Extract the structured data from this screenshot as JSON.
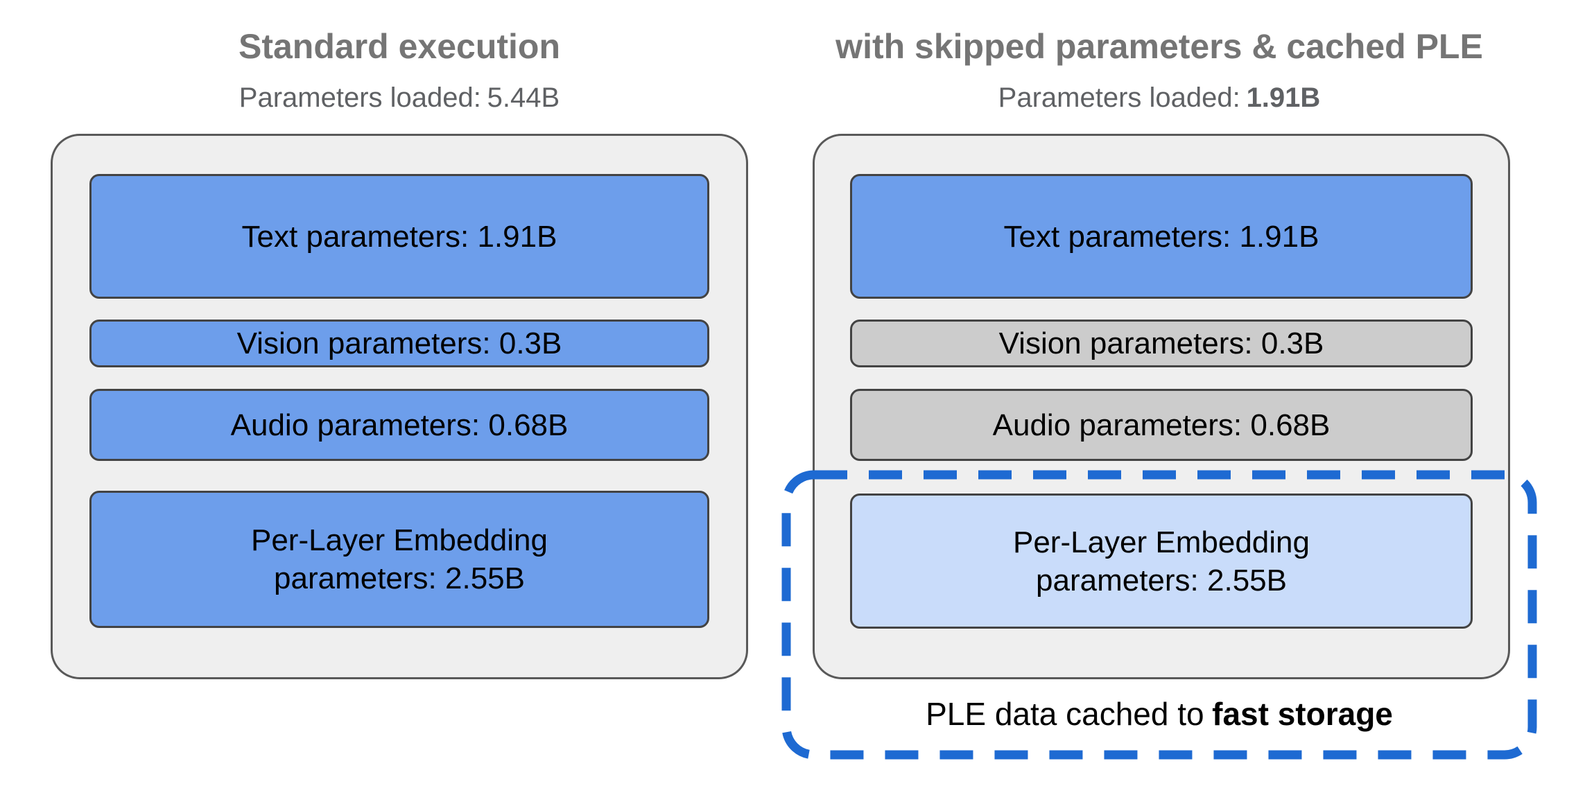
{
  "colors": {
    "accent_blue": "#6d9eeb",
    "skipped_gray": "#cccccc",
    "cached_lightblue": "#c9dcfa",
    "dashed_blue": "#1e6ad2",
    "container_fill": "#efefef",
    "container_border": "#595959",
    "box_border": "#434343",
    "title_gray": "#757575",
    "subtitle_gray": "#5f6164",
    "box_text": "#000000"
  },
  "left_panel": {
    "title": "Standard execution",
    "subtitle_label": "Parameters loaded:",
    "subtitle_value": "5.44B",
    "boxes": {
      "text": {
        "label": "Text parameters: 1.91B"
      },
      "vision": {
        "label": "Vision parameters: 0.3B"
      },
      "audio": {
        "label": "Audio parameters: 0.68B"
      },
      "ple": {
        "label": "Per-Layer Embedding parameters: 2.55B"
      }
    }
  },
  "right_panel": {
    "title": "with skipped parameters & cached PLE",
    "subtitle_label": "Parameters loaded:",
    "subtitle_value": "1.91B",
    "boxes": {
      "text": {
        "label": "Text parameters: 1.91B"
      },
      "vision": {
        "label": "Vision parameters: 0.3B"
      },
      "audio": {
        "label": "Audio parameters: 0.68B"
      },
      "ple": {
        "label": "Per-Layer Embedding parameters: 2.55B"
      }
    },
    "cache_note_prefix": "PLE data cached to",
    "cache_note_emphasis": "fast storage"
  }
}
